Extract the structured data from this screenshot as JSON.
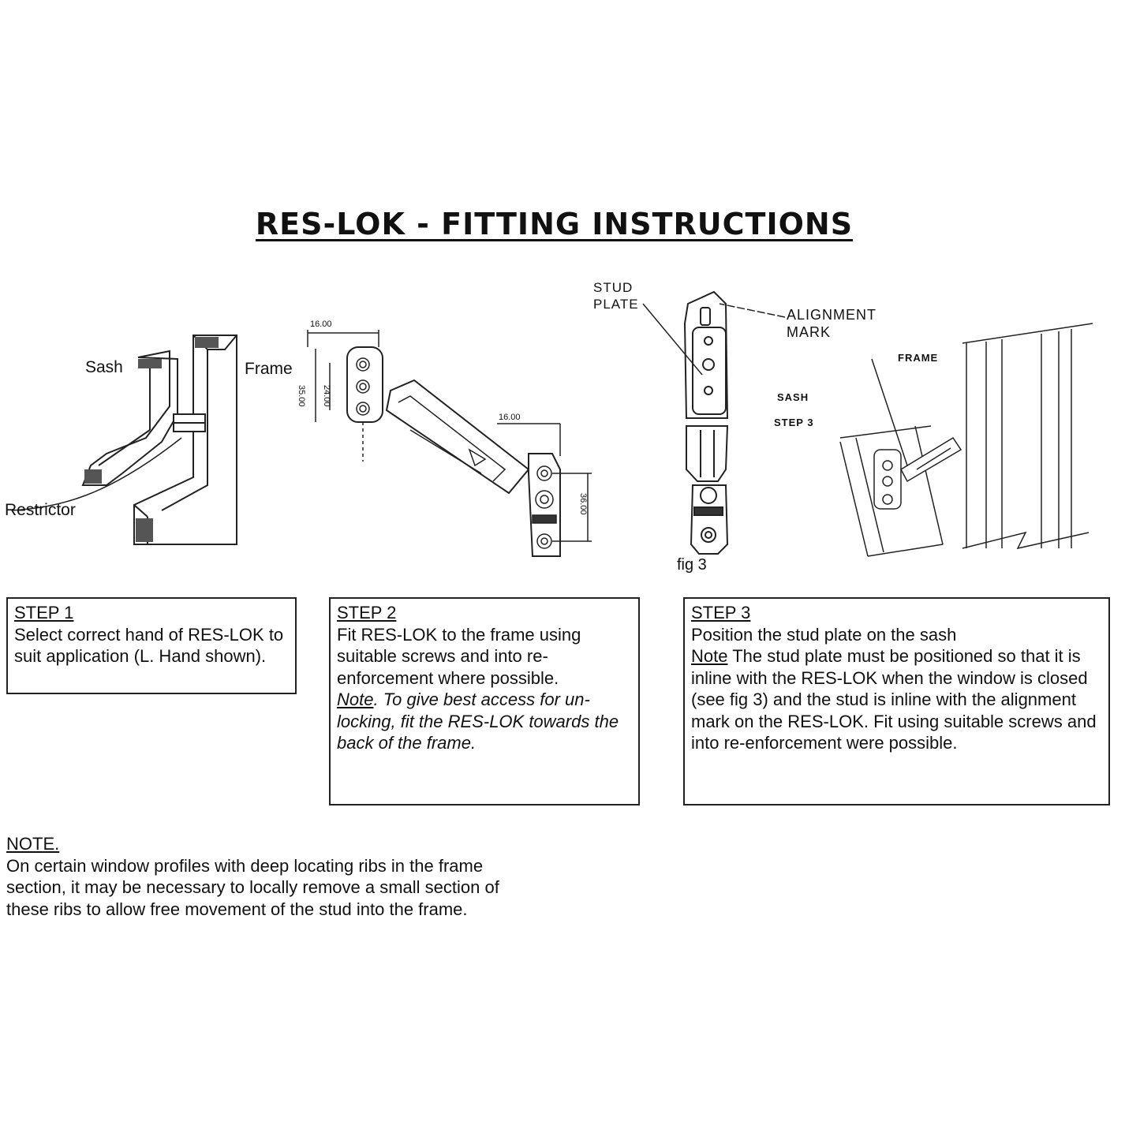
{
  "title": "RES-LOK - FITTING INSTRUCTIONS",
  "fig1": {
    "sash_label": "Sash",
    "frame_label": "Frame",
    "restrictor_label": "Restrictor"
  },
  "fig2": {
    "dim_top": "16.00",
    "dim_left_outer": "35.00",
    "dim_left_inner": "24.00",
    "dim_right_top": "16.00",
    "dim_right_side": "36.00"
  },
  "fig3": {
    "stud_plate_label_1": "STUD",
    "stud_plate_label_2": "PLATE",
    "caption": "fig 3"
  },
  "fig4": {
    "alignment_label_1": "ALIGNMENT",
    "alignment_label_2": "MARK",
    "frame_label": "FRAME",
    "sash_label": "SASH",
    "step_label": "STEP 3"
  },
  "step1": {
    "heading": "STEP 1",
    "text": "Select correct hand of RES-LOK to suit application (L. Hand shown)."
  },
  "step2": {
    "heading": "STEP 2",
    "text": "Fit RES-LOK to the frame using suitable screws and into re-enforcement where possible.",
    "note_label": "Note",
    "note_text": ". To give best access for un-locking, fit the RES-LOK towards the back of the frame."
  },
  "step3": {
    "heading": "STEP 3",
    "line1": "Position the stud plate on the sash",
    "note_label": "Note",
    "note_text": " The stud plate must be positioned so that it is inline with the RES-LOK when the window is closed (see fig 3) and the stud is inline with the alignment mark on the RES-LOK. Fit using suitable screws and into re-enforcement were possible."
  },
  "note": {
    "heading": "NOTE.",
    "text": "On certain window profiles with deep locating ribs in the frame section, it may be necessary to locally remove a small section of these ribs to allow free movement of the stud into the frame."
  }
}
